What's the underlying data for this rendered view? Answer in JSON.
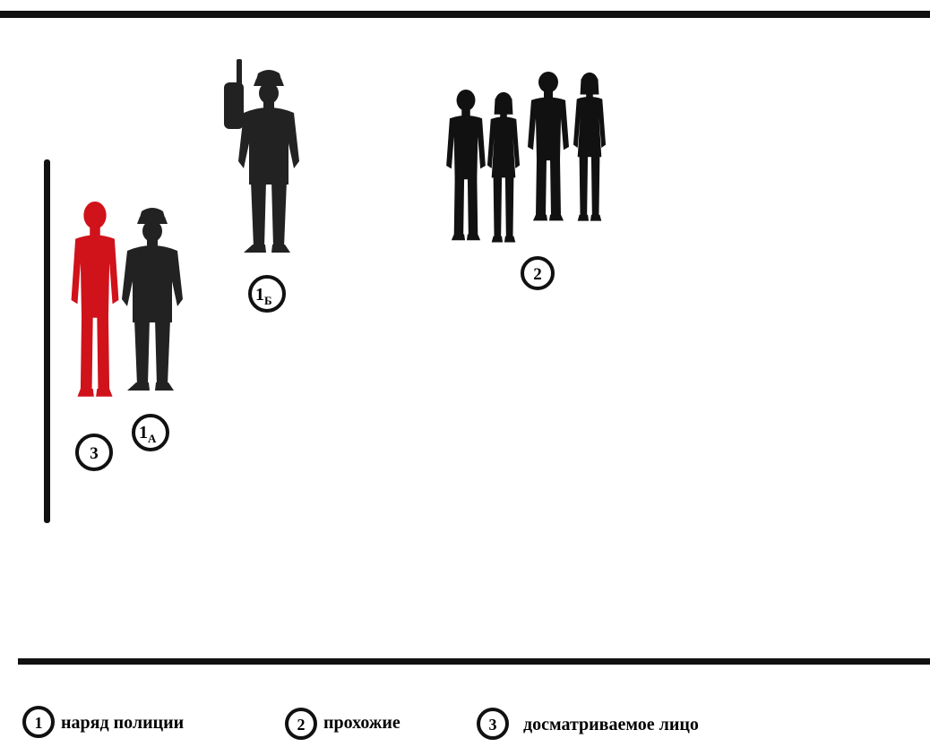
{
  "colors": {
    "ink": "#111111",
    "police": "#222222",
    "subject": "#d0121b",
    "background": "#ffffff"
  },
  "scene": {
    "markers": {
      "police_a_number": "1",
      "police_a_sub": "А",
      "police_b_number": "1",
      "police_b_sub": "Б",
      "passers": "2",
      "subject": "3"
    }
  },
  "legend": {
    "items": [
      {
        "number": "1",
        "label": "наряд полиции"
      },
      {
        "number": "2",
        "label": "прохожие"
      },
      {
        "number": "3",
        "label": "досматриваемое лицо"
      }
    ]
  },
  "icons": [
    "police-officer-icon",
    "police-radio-icon",
    "person-icon"
  ]
}
